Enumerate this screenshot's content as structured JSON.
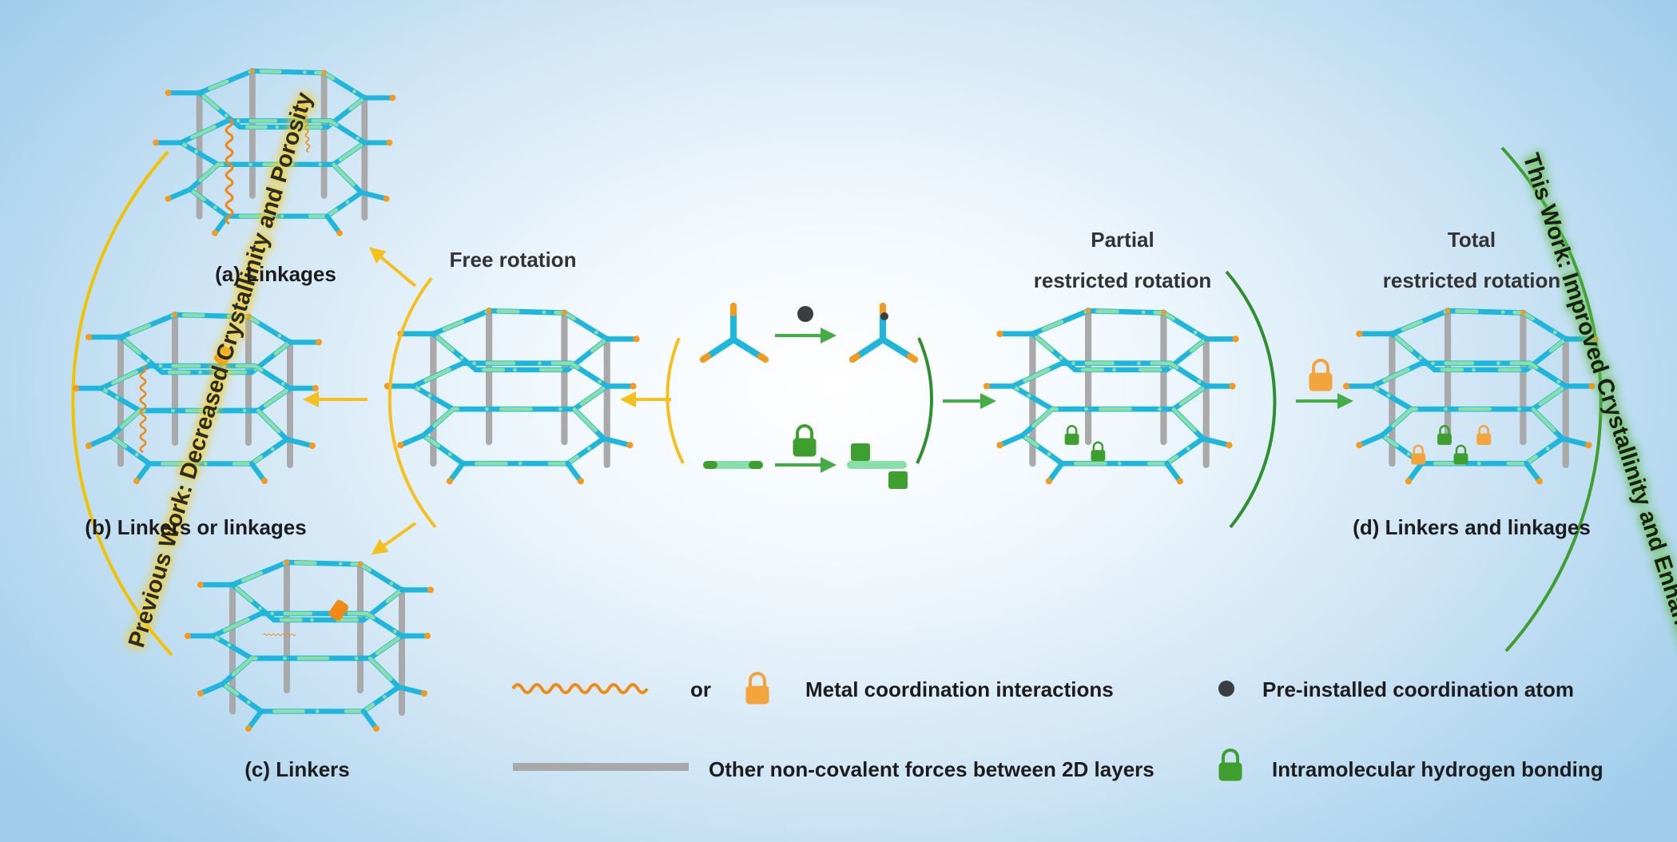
{
  "figure": {
    "left_arc_title": "Previous Work: Decreased Crystallinity and Porosity",
    "right_arc_title": "This Work: Improved Crystallinity and Enhanced Stability",
    "labels": {
      "a": "(a) Linkages",
      "b": "(b) Linkers or linkages",
      "c": "(c) Linkers",
      "d": "(d) Linkers and linkages"
    },
    "free_rotation": "Free rotation",
    "partial_line1": "Partial",
    "partial_line2": "restricted rotation",
    "total_line1": "Total",
    "total_line2": "restricted rotation"
  },
  "legend": {
    "or": "or",
    "metal": "Metal coordination interactions",
    "preinstalled": "Pre-installed coordination atom",
    "other": "Other non-covalent forces between 2D layers",
    "hbond": "Intramolecular hydrogen bonding"
  },
  "colors": {
    "linker_blue": "#1fb6dd",
    "linkage_green": "#88e0a8",
    "end_orange": "#f49a1c",
    "pillar_gray": "#a9a9a9",
    "arrow_yellow": "#f5c01c",
    "arrow_green": "#45ad45",
    "lock_orange": "#f4a43c",
    "lock_green": "#3f9f2e",
    "spring_orange": "#f08a14",
    "atom_dark": "#3a3d42"
  },
  "icons": [
    "spring-icon",
    "orange-lock-icon",
    "green-lock-icon",
    "atom-icon",
    "gray-rod-icon"
  ]
}
